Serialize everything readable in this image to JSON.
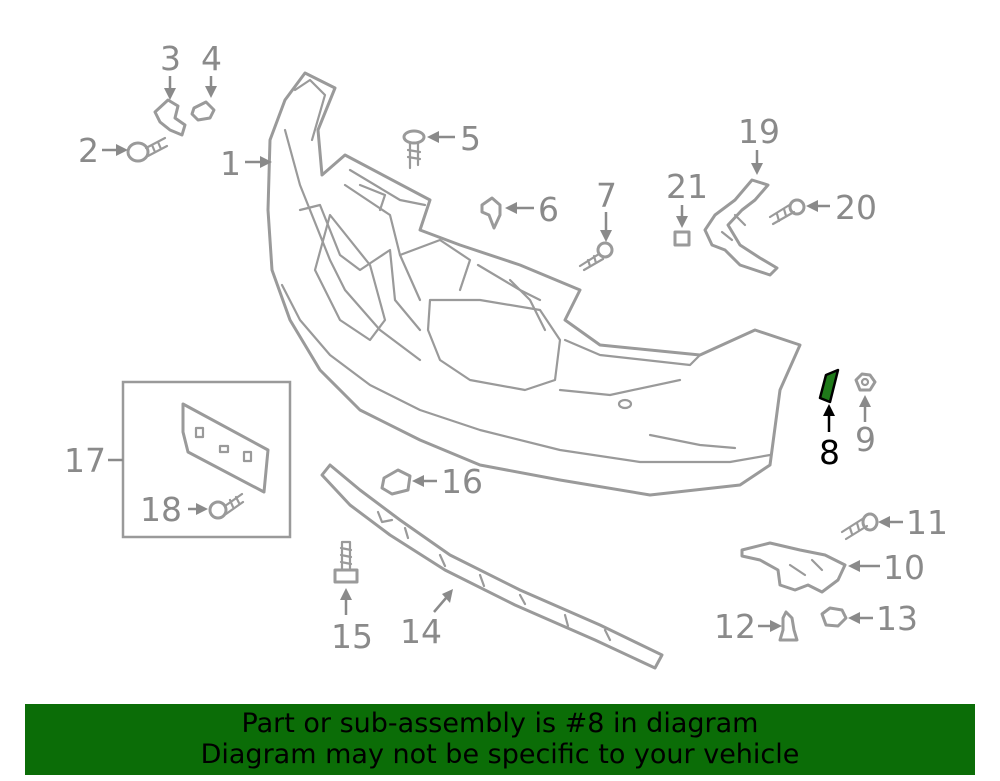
{
  "diagram": {
    "callouts": [
      {
        "id": "1",
        "label": "1"
      },
      {
        "id": "2",
        "label": "2"
      },
      {
        "id": "3",
        "label": "3"
      },
      {
        "id": "4",
        "label": "4"
      },
      {
        "id": "5",
        "label": "5"
      },
      {
        "id": "6",
        "label": "6"
      },
      {
        "id": "7",
        "label": "7"
      },
      {
        "id": "8",
        "label": "8"
      },
      {
        "id": "9",
        "label": "9"
      },
      {
        "id": "10",
        "label": "10"
      },
      {
        "id": "11",
        "label": "11"
      },
      {
        "id": "12",
        "label": "12"
      },
      {
        "id": "13",
        "label": "13"
      },
      {
        "id": "14",
        "label": "14"
      },
      {
        "id": "15",
        "label": "15"
      },
      {
        "id": "16",
        "label": "16"
      },
      {
        "id": "17",
        "label": "17"
      },
      {
        "id": "18",
        "label": "18"
      },
      {
        "id": "19",
        "label": "19"
      },
      {
        "id": "20",
        "label": "20"
      },
      {
        "id": "21",
        "label": "21"
      }
    ],
    "highlighted_part": "8",
    "colors": {
      "line": "#9a9a9a",
      "highlight_fill": "#1f7a1a",
      "banner": "#0b6d07"
    }
  },
  "banner": {
    "line1": "Part or sub-assembly is #8 in diagram",
    "line2": "Diagram may not be specific to your vehicle"
  }
}
